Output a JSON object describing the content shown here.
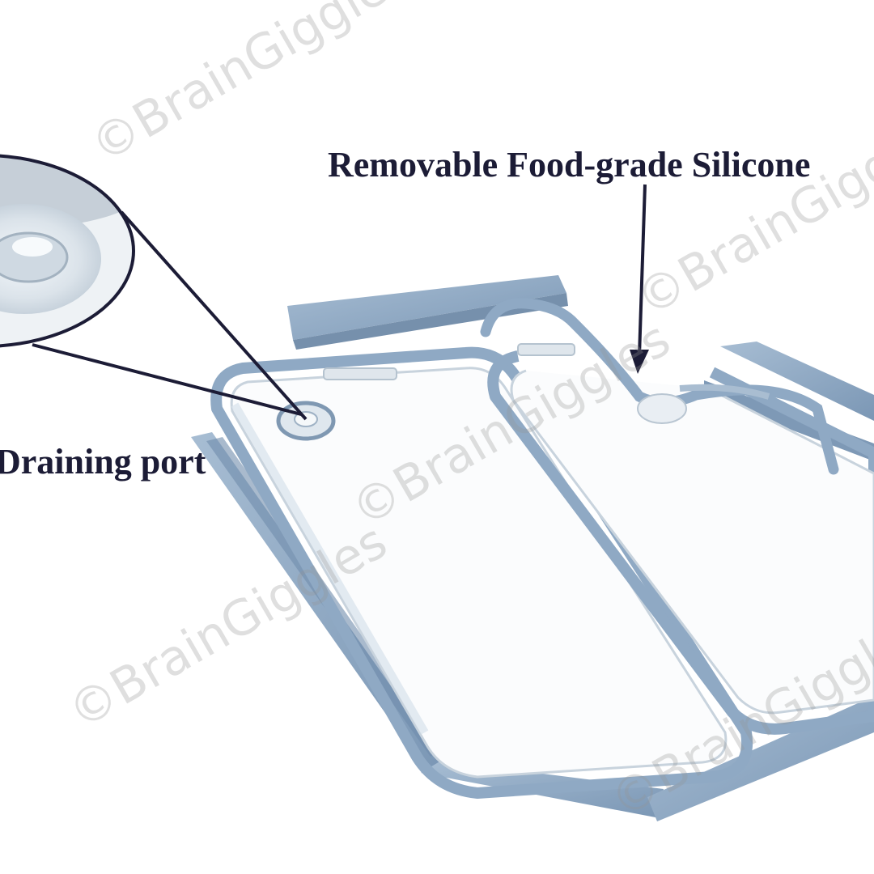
{
  "callouts": {
    "silicone_label": "Removable Food-grade Silicone",
    "port_label": "Draining port"
  },
  "watermark": {
    "text": "©BrainGiggles"
  },
  "colors": {
    "frame_blue": "#8fa9c4",
    "frame_blue_dark": "#6f8cab",
    "label_text": "#1c1c36",
    "callout_line": "#1c1c36"
  }
}
